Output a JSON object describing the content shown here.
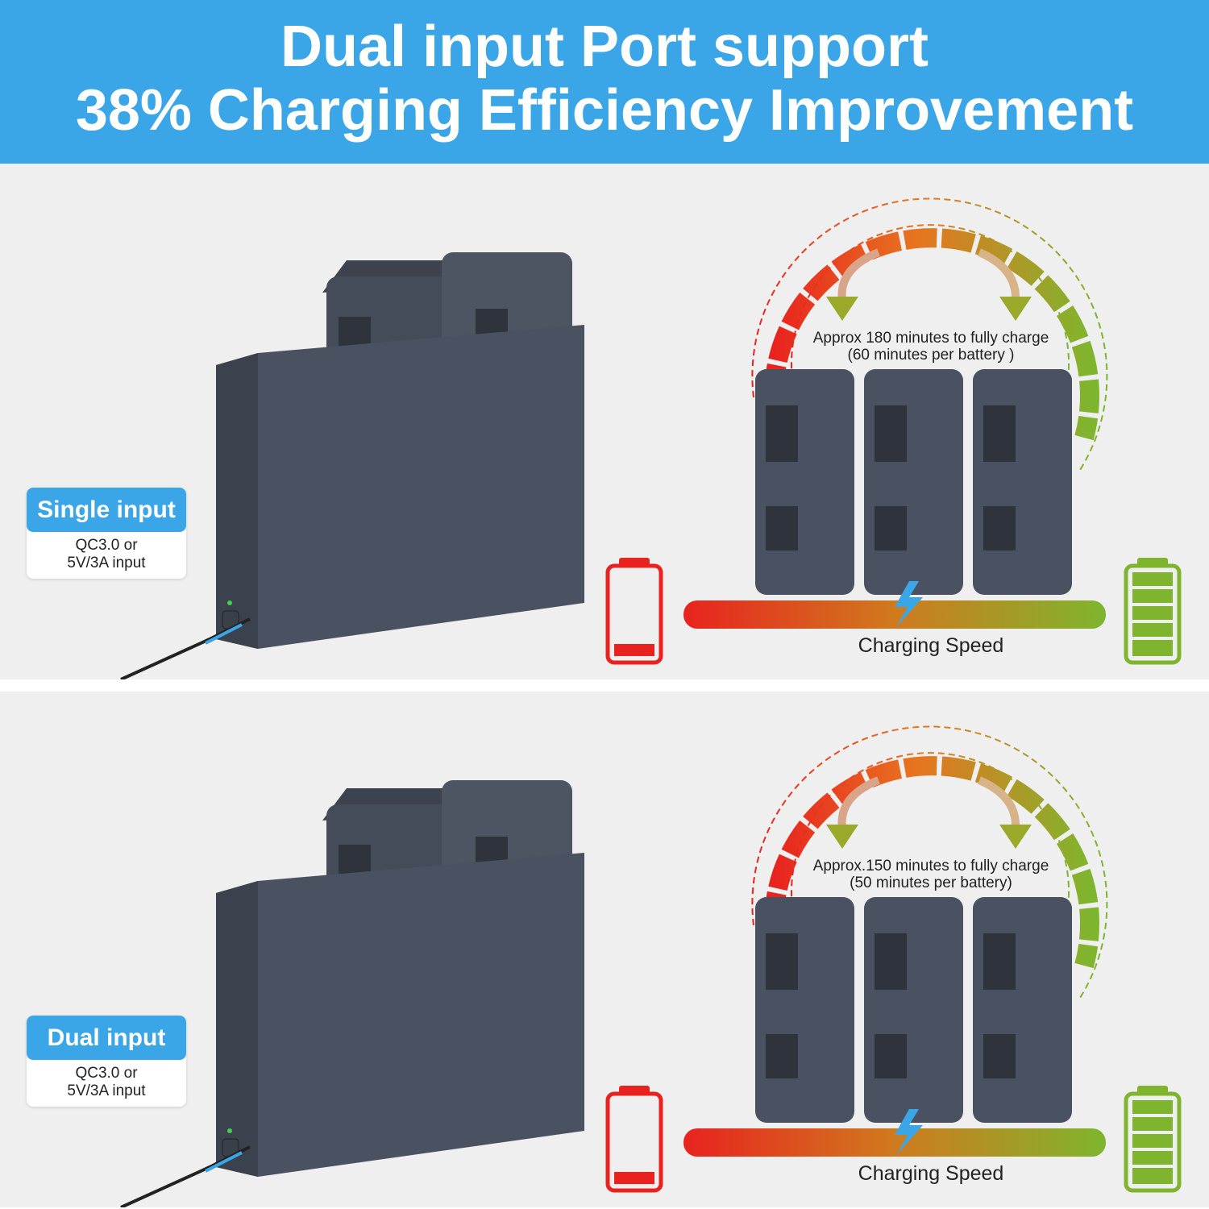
{
  "header": {
    "line1": "Dual input Port support",
    "line2": "38% Charging Efficiency Improvement"
  },
  "colors": {
    "accent_blue": "#3aa6e8",
    "battery_body": "#4a5261",
    "low_red": "#e8231f",
    "full_green": "#7fb52e"
  },
  "panels": [
    {
      "mode_label": "Single input",
      "input_line1": "QC3.0 or",
      "input_line2": "5V/3A input",
      "charge_line1": "Approx  180 minutes to fully charge",
      "charge_line2": "(60 minutes per battery )",
      "speed_label": "Charging Speed"
    },
    {
      "mode_label": "Dual input",
      "input_line1": "QC3.0 or",
      "input_line2": "5V/3A input",
      "charge_line1": "Approx.150 minutes to fully charge",
      "charge_line2": "(50 minutes per battery)",
      "speed_label": "Charging Speed"
    }
  ]
}
